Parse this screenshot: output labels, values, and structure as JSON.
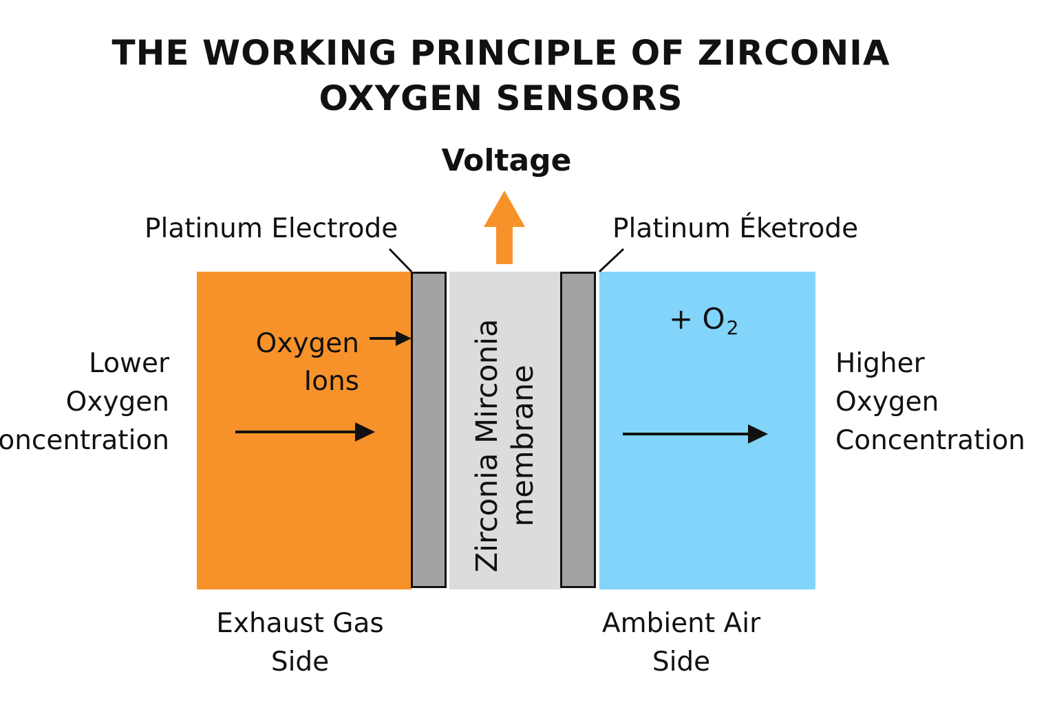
{
  "title": {
    "line1": "THE WORKING PRINCIPLE OF ZIRCONIA",
    "line2": "OXYGEN SENSORS"
  },
  "voltage": {
    "label": "Voltage"
  },
  "electrodes": {
    "left_label": "Platinum Electrode",
    "right_label": "Platinum Éketrode"
  },
  "membrane": {
    "line1": "Zirconia Mirconia",
    "line2": "membrane"
  },
  "exhaust_side": {
    "ions_line1": "Oxygen",
    "ions_line2": "Ions",
    "concentration_line1": "Lower",
    "concentration_line2": "Oxygen",
    "concentration_line3": "oncentration",
    "side_line1": "Exhaust Gas",
    "side_line2": "Side"
  },
  "ambient_side": {
    "o2_prefix": "+ O",
    "o2_subscript": "2",
    "concentration_line1": "Higher",
    "concentration_line2": "Oxygen",
    "concentration_line3": "Concentration",
    "side_line1": "Ambient Air",
    "side_line2": "Side"
  },
  "colors": {
    "exhaust": "#f7922a",
    "ambient": "#82d4fb",
    "membrane": "#dcdcdc",
    "electrode": "#a3a3a1",
    "voltage_arrow": "#f7922a"
  }
}
